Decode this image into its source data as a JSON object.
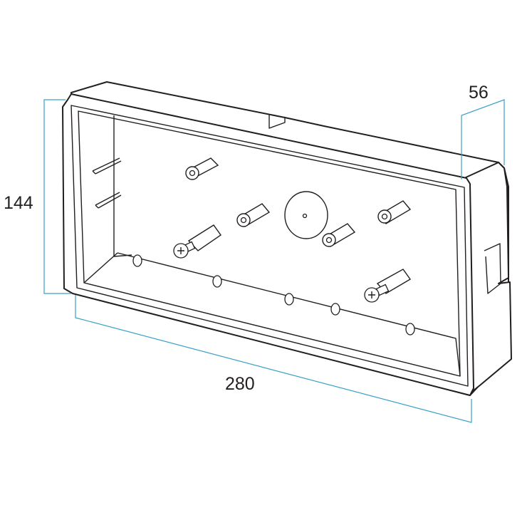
{
  "dimensions": {
    "height_label": "144",
    "width_label": "280",
    "depth_label": "56"
  },
  "colors": {
    "dimension_line": "#3a9fc7",
    "outline": "#231f20",
    "background": "#ffffff"
  }
}
